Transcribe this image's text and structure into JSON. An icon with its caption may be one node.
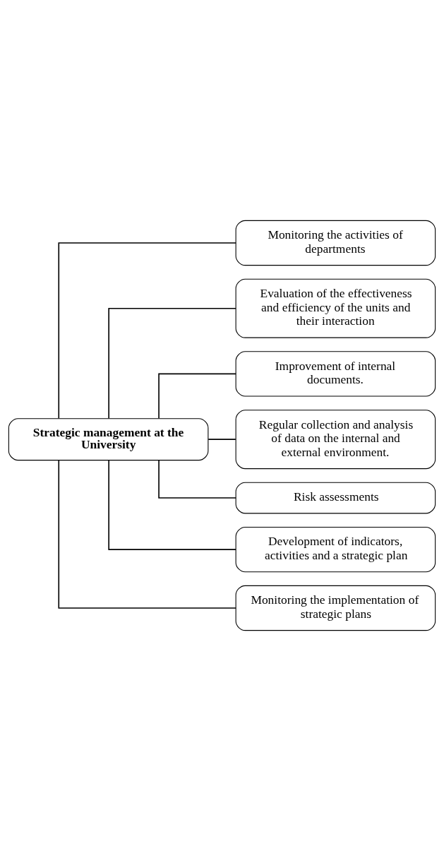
{
  "diagram": {
    "nodes": [
      {
        "text": [
          "Strategic management at the University"
        ]
      },
      {
        "text": [
          "Monitoring the activities of departments"
        ]
      },
      {
        "text": [
          "Evaluation of the effectiveness and efficiency of the units and their interaction"
        ]
      },
      {
        "text": [
          "Improvement of internal documents."
        ]
      },
      {
        "text": [
          "Regular collection and analysis of data on the internal and external environment."
        ]
      },
      {
        "text": [
          "Risk assessments"
        ]
      },
      {
        "text": [
          "Development of indicators, activities and a strategic plan"
        ]
      },
      {
        "text": [
          "Monitoring the implementation of strategic plans"
        ]
      }
    ],
    "edges": [
      {
        "from": 0,
        "to": 1,
        "arrow": "none"
      },
      {
        "from": 0,
        "to": 2,
        "arrow": "none"
      },
      {
        "from": 0,
        "to": 3,
        "arrow": "none"
      },
      {
        "from": 0,
        "to": 4,
        "arrow": "none"
      },
      {
        "from": 0,
        "to": 5,
        "arrow": "none"
      },
      {
        "from": 0,
        "to": 6,
        "arrow": "none"
      },
      {
        "from": 0,
        "to": 7,
        "arrow": "none"
      }
    ]
  }
}
